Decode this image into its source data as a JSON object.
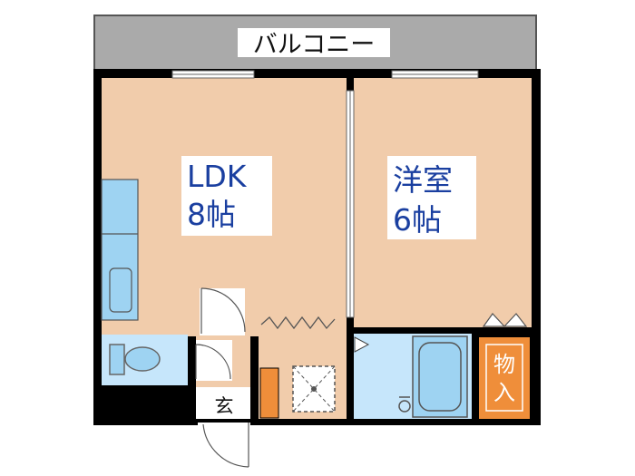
{
  "rooms": {
    "balcony": {
      "label": "バルコニー"
    },
    "ldk": {
      "type_label": "LDK",
      "size_label": "8帖"
    },
    "western": {
      "type_label": "洋室",
      "size_label": "6帖"
    },
    "storage": {
      "line1": "物",
      "line2": "入"
    },
    "entrance": {
      "label": "玄"
    }
  },
  "colors": {
    "room_floor": "#f1ccab",
    "balcony": "#aaaaaa",
    "wet_area": "#c6e6fb",
    "fixture": "#9ed3f2",
    "storage": "#ef8e3a",
    "wall": "#000000",
    "label_text": "#1a3fa0"
  }
}
